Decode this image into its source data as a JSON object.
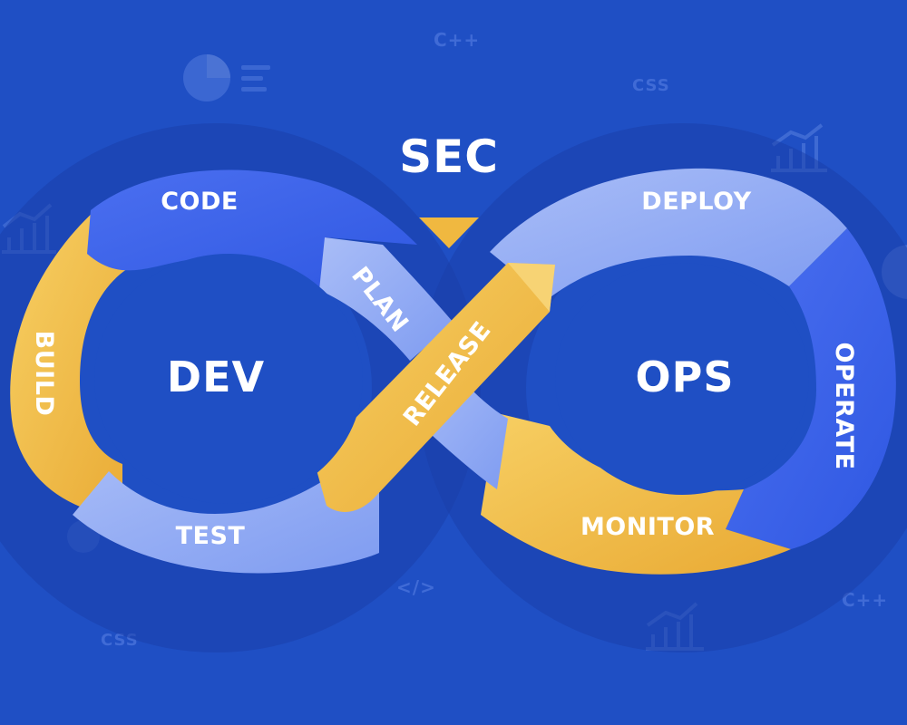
{
  "diagram": {
    "title": "SEC",
    "left_center": "DEV",
    "right_center": "OPS",
    "stages": {
      "code": "CODE",
      "plan": "PLAN",
      "release": "RELEASE",
      "deploy": "DEPLOY",
      "operate": "OPERATE",
      "monitor": "MONITOR",
      "test": "TEST",
      "build": "BUILD"
    }
  },
  "background": {
    "labels": {
      "cpp_top": "C++",
      "css_top": "CSS",
      "css_bottom": "CSS",
      "code_tag": "</>",
      "cpp_bottom": "C++"
    },
    "icons": [
      "pie-chart-icon",
      "bar-chart-icon",
      "bar-chart-icon",
      "bar-chart-icon",
      "circle-icon"
    ]
  },
  "colors": {
    "background": "#1f4fc4",
    "loop_light": "#8fa9f5",
    "loop_blue": "#3f64e8",
    "loop_yellow": "#f0b840",
    "loop_edge": "#1a3ea8"
  }
}
